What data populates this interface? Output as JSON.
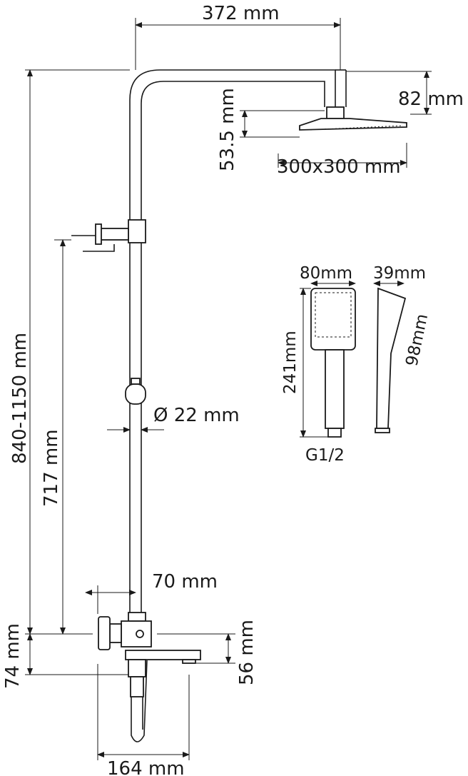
{
  "title": "Shower system dimension drawing",
  "dimensions": {
    "overhead_arm": "372 mm",
    "head_drop": "82 mm",
    "head_offset": "53.5 mm",
    "head_size": "300x300 mm",
    "total_height": "840-1150 mm",
    "bracket_height": "717 mm",
    "pipe_diameter": "Ø 22 mm",
    "wall_offset": "70 mm",
    "mixer_height": "74 mm",
    "spout_drop": "56 mm",
    "base_width": "164 mm"
  },
  "hand_shower": {
    "width": "80mm",
    "depth": "39mm",
    "length": "241mm",
    "head_length": "98mm",
    "thread": "G1/2"
  },
  "colors": {
    "line": "#1a1a1a",
    "background": "#ffffff"
  }
}
